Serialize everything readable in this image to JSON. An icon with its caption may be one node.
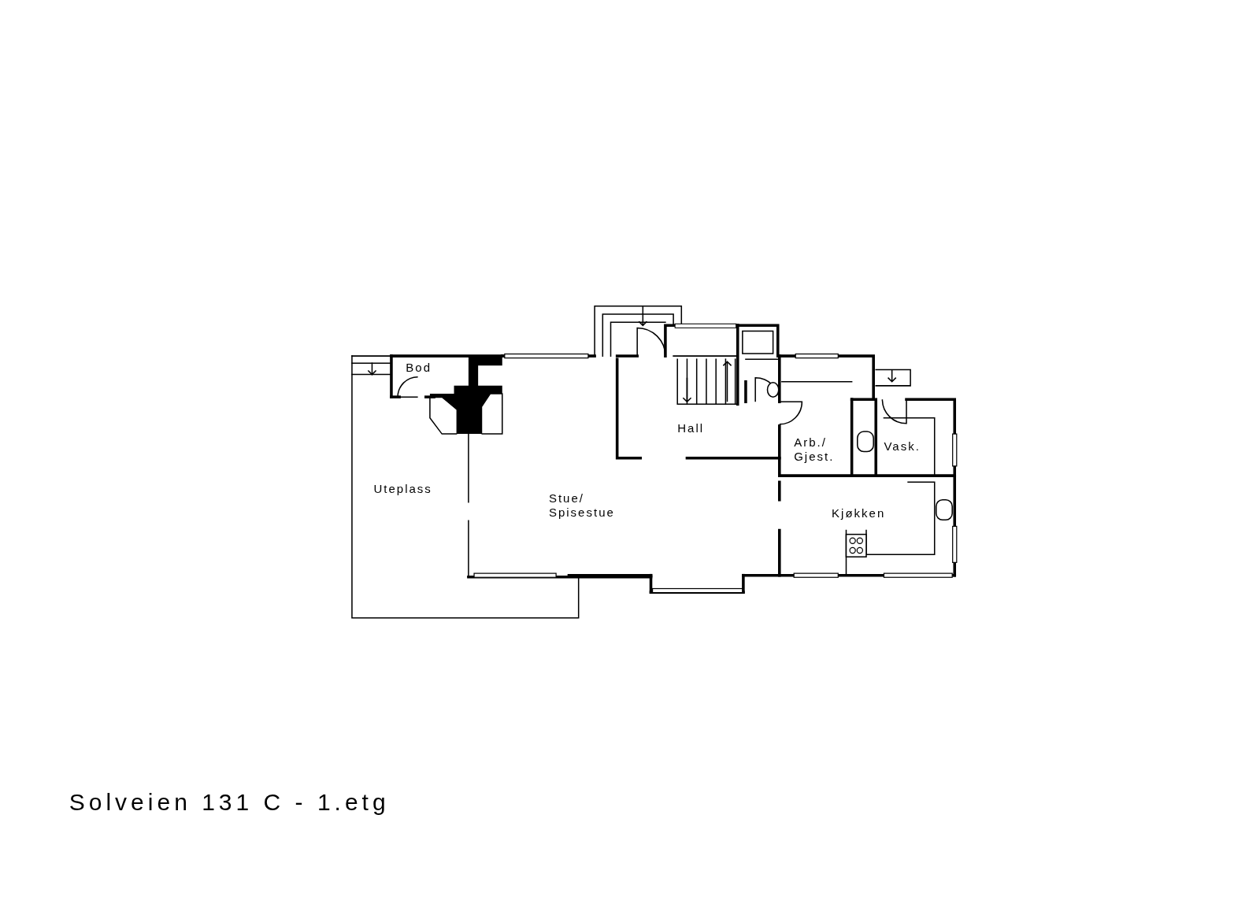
{
  "diagram": {
    "title": "Solveien 131 C - 1.etg",
    "labels": [
      "Bod",
      "Hall",
      "Arb./ Gjest.",
      "Vask.",
      "Uteplass",
      "Stue/ Spisestue",
      "Kjøkken"
    ]
  }
}
